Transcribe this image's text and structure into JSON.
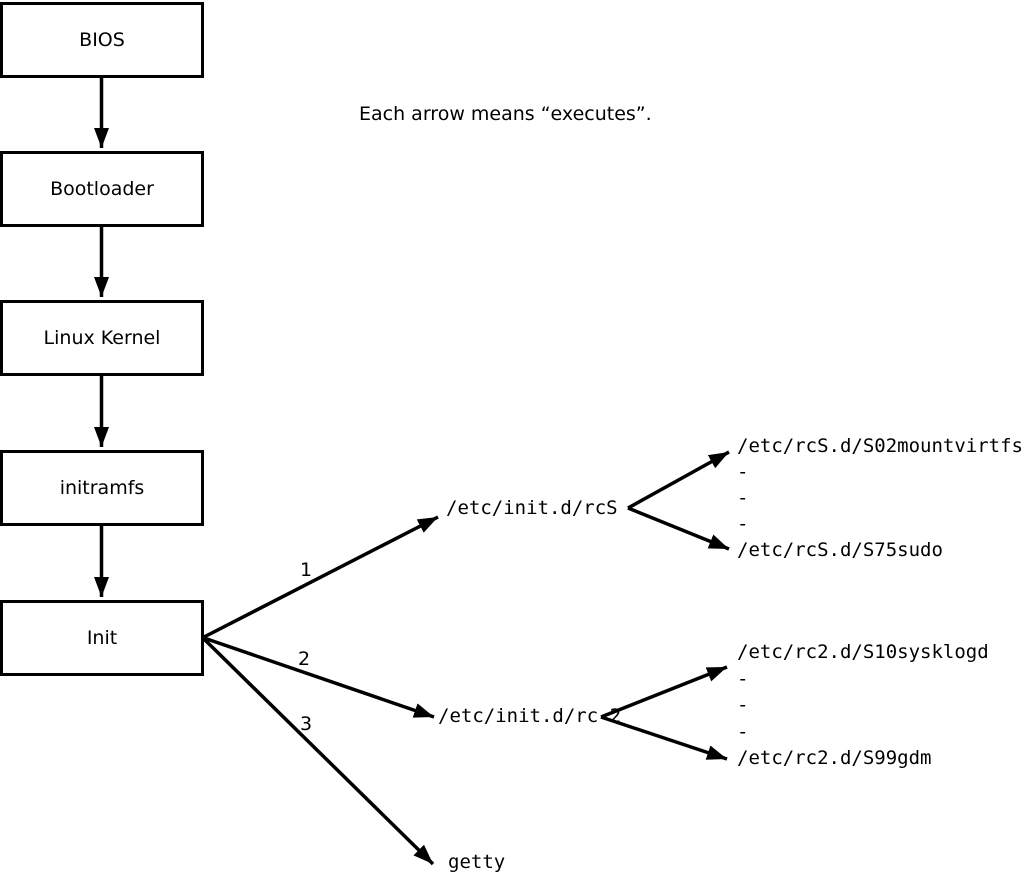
{
  "note": "Each arrow means “executes”.",
  "flow_boxes": [
    {
      "label": "BIOS"
    },
    {
      "label": "Bootloader"
    },
    {
      "label": "Linux Kernel"
    },
    {
      "label": "initramfs"
    },
    {
      "label": "Init"
    }
  ],
  "branches": [
    {
      "number": "1",
      "target": "/etc/init.d/rcS"
    },
    {
      "number": "2",
      "target": "/etc/init.d/rc 2"
    },
    {
      "number": "3",
      "target": "getty"
    }
  ],
  "rcS_scripts": {
    "lines": [
      "/etc/rcS.d/S02mountvirtfs",
      "-",
      "-",
      "-",
      "/etc/rcS.d/S75sudo"
    ]
  },
  "rc2_scripts": {
    "lines": [
      "/etc/rc2.d/S10sysklogd",
      "-",
      "-",
      "-",
      "/etc/rc2.d/S99gdm"
    ]
  },
  "colors": {
    "line": "#000000",
    "background": "#ffffff"
  }
}
